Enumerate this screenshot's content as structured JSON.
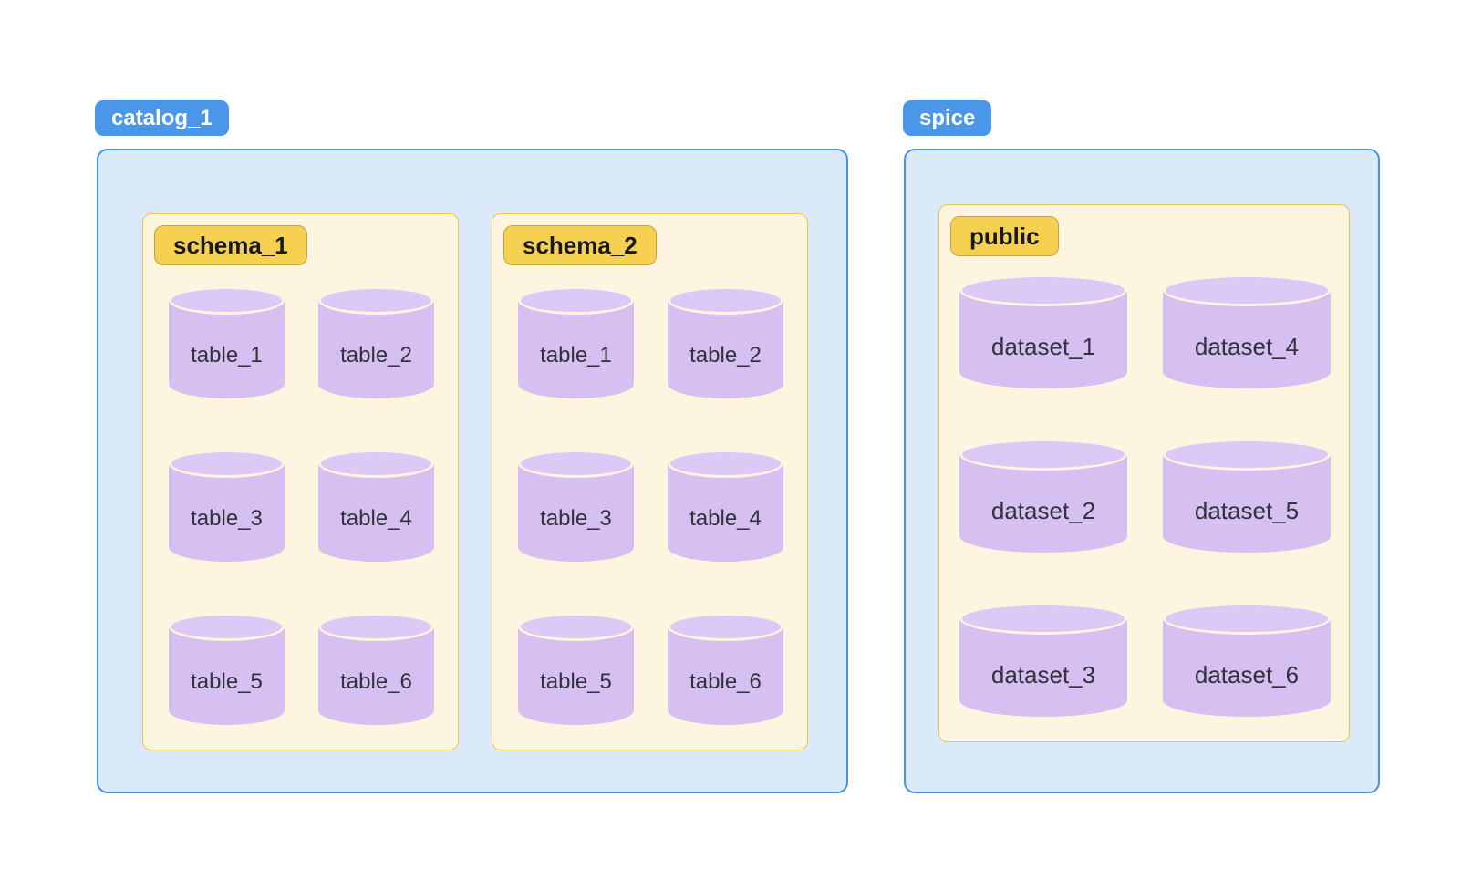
{
  "colors": {
    "accent_blue": "#4a96e8",
    "blue_fill": "#dbeafb",
    "blue_border": "#4a90e2",
    "cream_fill": "#fdf5e0",
    "gold_border": "#e8c54f",
    "gold_fill": "#f5d051",
    "gold_label_border": "#c9a43b",
    "cyl_fill": "#d5c0f1",
    "cyl_top_fill": "#dcc9f6",
    "text_dark": "#32323c",
    "text_darkest": "#18181f"
  },
  "groups": [
    {
      "label": "catalog_1",
      "containers": [
        {
          "label": "schema_1",
          "rows": [
            [
              "table_1",
              "table_2"
            ],
            [
              "table_3",
              "table_4"
            ],
            [
              "table_5",
              "table_6"
            ]
          ]
        },
        {
          "label": "schema_2",
          "rows": [
            [
              "table_1",
              "table_2"
            ],
            [
              "table_3",
              "table_4"
            ],
            [
              "table_5",
              "table_6"
            ]
          ]
        }
      ]
    },
    {
      "label": "spice",
      "containers": [
        {
          "label": "public",
          "rows": [
            [
              "dataset_1",
              "dataset_4"
            ],
            [
              "dataset_2",
              "dataset_5"
            ],
            [
              "dataset_3",
              "dataset_6"
            ]
          ]
        }
      ]
    }
  ]
}
